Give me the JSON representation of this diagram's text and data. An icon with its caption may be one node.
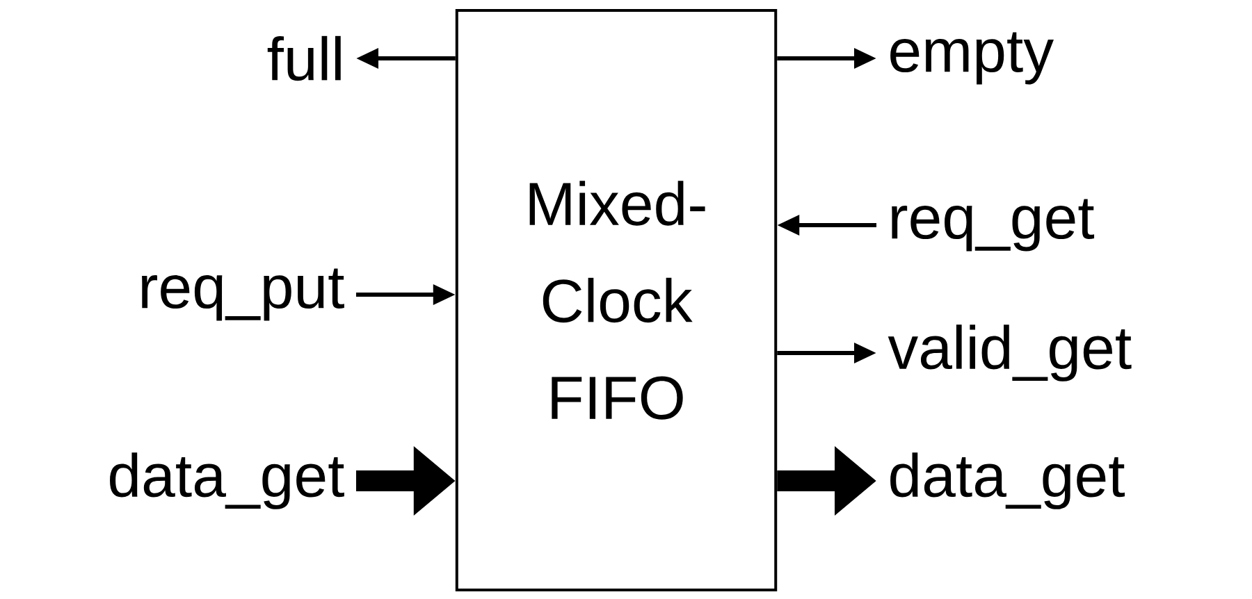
{
  "diagram": {
    "nodes": [
      {
        "text": [
          "Mixed-Clock FIFO"
        ]
      },
      {
        "text": [
          "full"
        ]
      },
      {
        "text": [
          "req_put"
        ]
      },
      {
        "text": [
          "data_get"
        ]
      },
      {
        "text": [
          "empty"
        ]
      },
      {
        "text": [
          "req_get"
        ]
      },
      {
        "text": [
          "valid_get"
        ]
      },
      {
        "text": [
          "data_get"
        ]
      }
    ],
    "edges": [
      {
        "from": 0,
        "to": 1,
        "arrow": "to"
      },
      {
        "from": 2,
        "to": 0,
        "arrow": "to"
      },
      {
        "from": 3,
        "to": 0,
        "arrow": "to",
        "style": "thick"
      },
      {
        "from": 0,
        "to": 4,
        "arrow": "to"
      },
      {
        "from": 5,
        "to": 0,
        "arrow": "to"
      },
      {
        "from": 0,
        "to": 6,
        "arrow": "to"
      },
      {
        "from": 0,
        "to": 7,
        "arrow": "to",
        "style": "thick"
      }
    ]
  }
}
